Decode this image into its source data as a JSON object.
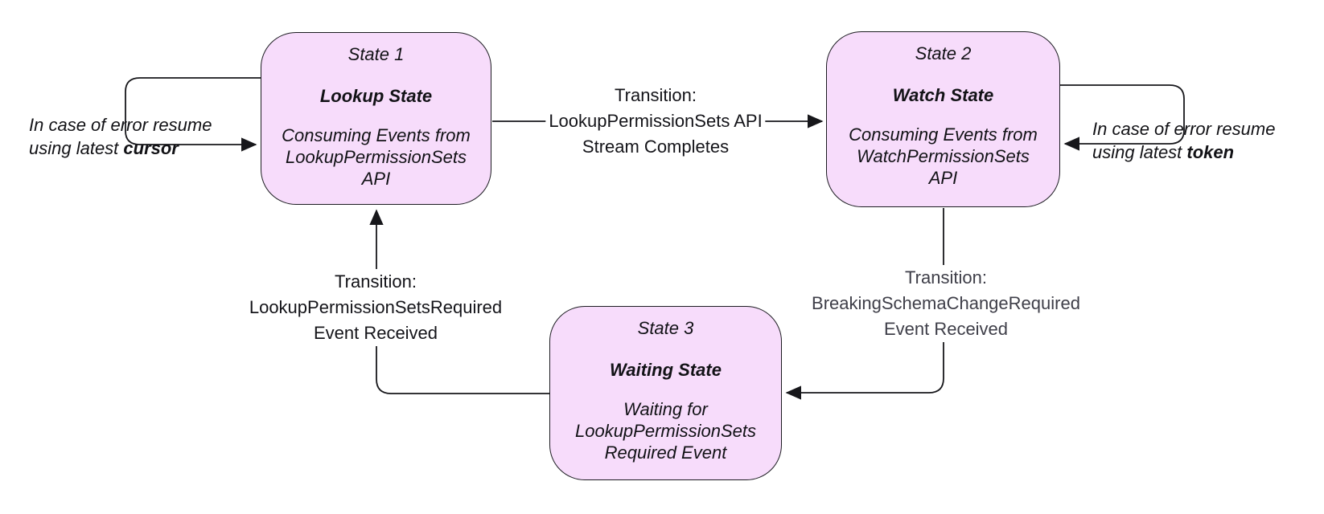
{
  "diagram": {
    "states": [
      {
        "number": "State 1",
        "name": "Lookup State",
        "description": "Consuming Events from\nLookupPermissionSets\nAPI"
      },
      {
        "number": "State 2",
        "name": "Watch State",
        "description": "Consuming Events from\nWatchPermissionSets\nAPI"
      },
      {
        "number": "State 3",
        "name": "Waiting State",
        "description": "Waiting for\nLookupPermissionSets\nRequired Event"
      }
    ],
    "transitions": [
      {
        "from": "State 1",
        "to": "State 2",
        "label": "Transition:\nLookupPermissionSets API\nStream Completes"
      },
      {
        "from": "State 2",
        "to": "State 3",
        "label": "Transition:\nBreakingSchemaChangeRequired\nEvent Received"
      },
      {
        "from": "State 3",
        "to": "State 1",
        "label": "Transition:\nLookupPermissionSetsRequired\nEvent Received"
      }
    ],
    "error_loops": [
      {
        "state": "State 1",
        "text_prefix": "In case of error resume\nusing latest ",
        "emphasis": "cursor"
      },
      {
        "state": "State 2",
        "text_prefix": "In case of error resume\nusing latest ",
        "emphasis": "token"
      }
    ],
    "colors": {
      "state_fill": "#f7dcfb",
      "state_border": "#1c1c21",
      "connector": "#17171b",
      "label_text": "#141419",
      "label_text_muted": "#3e3e48"
    }
  }
}
